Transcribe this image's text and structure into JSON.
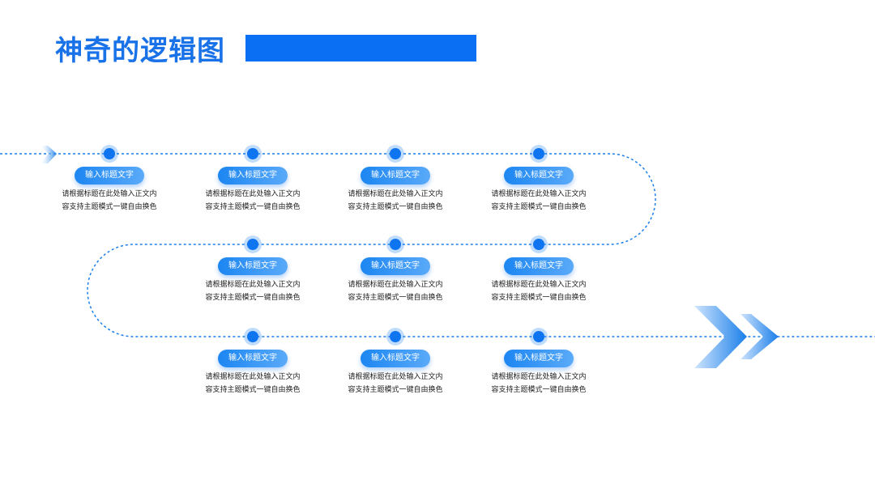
{
  "title": "神奇的逻辑图",
  "colors": {
    "primary": "#0a6ff2",
    "path": "#1a7fea",
    "text": "#222222"
  },
  "steps": [
    {
      "label": "输入标题文字",
      "line1": "请根据标题在此处输入正文内",
      "line2": "容支持主题模式一键自由换色"
    },
    {
      "label": "输入标题文字",
      "line1": "请根据标题在此处输入正文内",
      "line2": "容支持主题模式一键自由换色"
    },
    {
      "label": "输入标题文字",
      "line1": "请根据标题在此处输入正文内",
      "line2": "容支持主题模式一键自由换色"
    },
    {
      "label": "输入标题文字",
      "line1": "请根据标题在此处输入正文内",
      "line2": "容支持主题模式一键自由换色"
    },
    {
      "label": "输入标题文字",
      "line1": "请根据标题在此处输入正文内",
      "line2": "容支持主题模式一键自由换色"
    },
    {
      "label": "输入标题文字",
      "line1": "请根据标题在此处输入正文内",
      "line2": "容支持主题模式一键自由换色"
    },
    {
      "label": "输入标题文字",
      "line1": "请根据标题在此处输入正文内",
      "line2": "容支持主题模式一键自由换色"
    },
    {
      "label": "输入标题文字",
      "line1": "请根据标题在此处输入正文内",
      "line2": "容支持主题模式一键自由换色"
    },
    {
      "label": "输入标题文字",
      "line1": "请根据标题在此处输入正文内",
      "line2": "容支持主题模式一键自由换色"
    },
    {
      "label": "输入标题文字",
      "line1": "请根据标题在此处输入正文内",
      "line2": "容支持主题模式一键自由换色"
    }
  ]
}
